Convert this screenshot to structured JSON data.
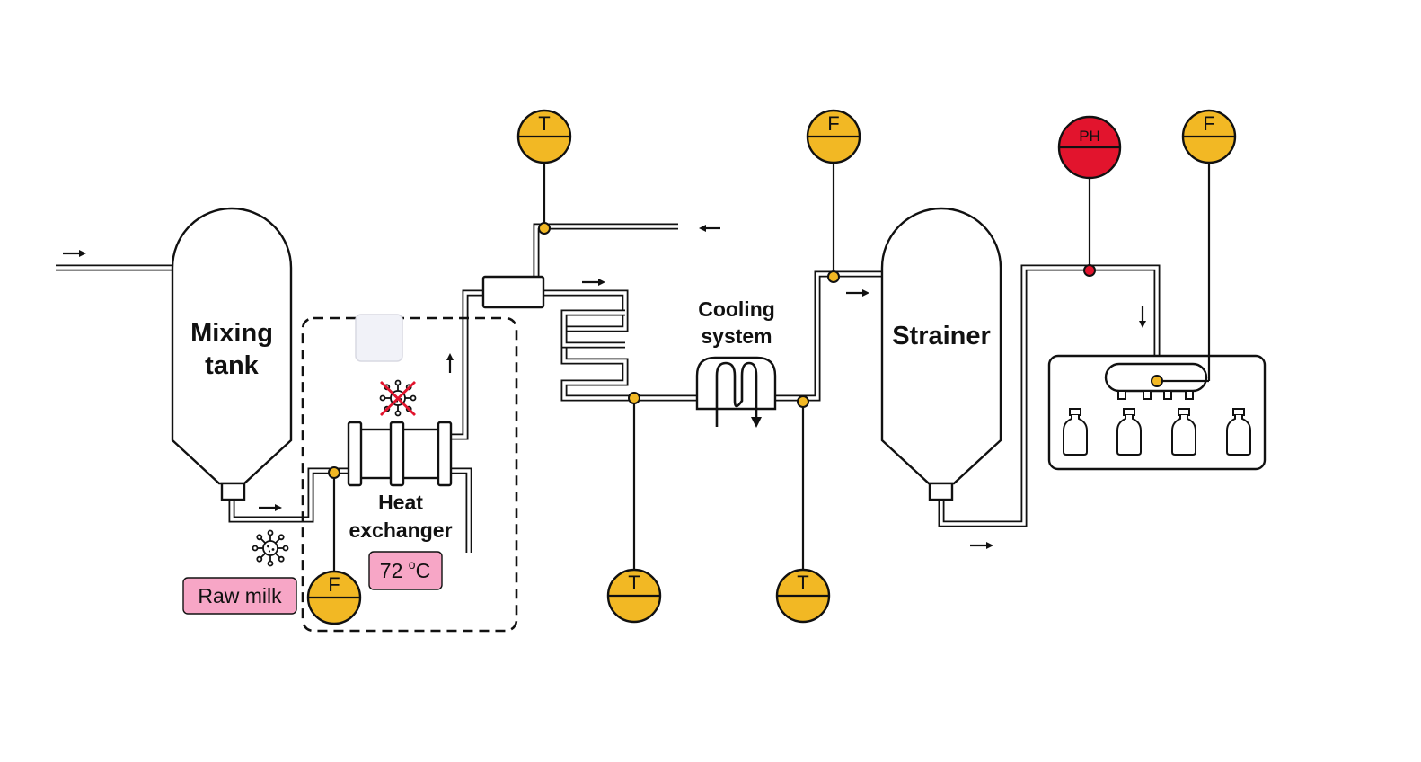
{
  "labels": {
    "mixing_tank": [
      "Mixing",
      "tank"
    ],
    "heat_exchanger": [
      "Heat",
      "exchanger"
    ],
    "cooling_system": [
      "Cooling",
      "system"
    ],
    "strainer": "Strainer"
  },
  "tags": {
    "raw_milk": "Raw milk",
    "temperature_prefix": "72 ",
    "temperature_degree": "o",
    "temperature_unit": "C"
  },
  "gauges": {
    "temperature_top": "T",
    "flow_top": "F",
    "ph_top": "PH",
    "flow_top_right": "F",
    "flow_bottom": "F",
    "temperature_bottom_1": "T",
    "temperature_bottom_2": "T"
  },
  "colors": {
    "gauge_yellow": "#F2B824",
    "gauge_red": "#E2142D",
    "tag_pink": "#F7A6C6",
    "sensor_point": "#F2B824",
    "line": "#111111"
  },
  "icons": {
    "raw_bacteria": "bacteria-icon",
    "killed_bacteria": "crossed-bacteria-icon",
    "placeholder": "blank-square"
  }
}
